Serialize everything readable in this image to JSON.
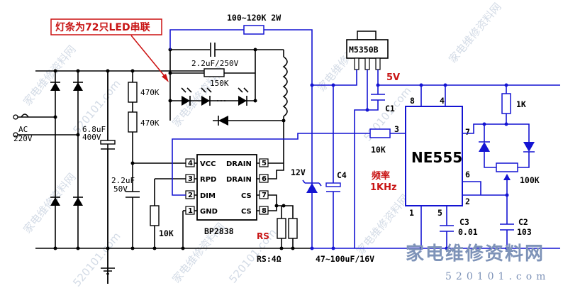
{
  "annotation": {
    "text": "灯条为72只LED串联",
    "color": "#cc1111"
  },
  "input": {
    "line1": "AC",
    "line2": "220V"
  },
  "resistors": {
    "r_bleed_top": "100~120K 2W",
    "r_parallel": "150K",
    "r_470k_a": "470K",
    "r_470k_b": "470K",
    "r_10k_left": "10K",
    "r_10k_mid": "10K",
    "r_1k": "1K",
    "pot": "100K",
    "rs_label": "RS",
    "rs_value": "RS:4Ω"
  },
  "capacitors": {
    "c_main": "6.8uF",
    "c_main_v": "400V",
    "c_led": "2.2uF/250V",
    "c_vcc": "2.2uF",
    "c_vcc_v": "50V",
    "c4": "C4",
    "c4_value": "47~100uF/16V",
    "c1": "C1",
    "c2": "C2",
    "c2_value": "103",
    "c3": "C3",
    "c3_value": "0.01"
  },
  "zener": "12V",
  "regulator": "M5350B",
  "supply_5v": "5V",
  "bp2838": {
    "name": "BP2838",
    "pins": [
      {
        "num": "4",
        "name": "VCC"
      },
      {
        "num": "3",
        "name": "RPD"
      },
      {
        "num": "2",
        "name": "DIM"
      },
      {
        "num": "1",
        "name": "GND"
      },
      {
        "num": "5",
        "name": "DRAIN"
      },
      {
        "num": "6",
        "name": "DRAIN"
      },
      {
        "num": "7",
        "name": "CS"
      },
      {
        "num": "8",
        "name": "CS"
      }
    ]
  },
  "ne555": {
    "name": "NE555",
    "pins": {
      "p8": "8",
      "p4": "4",
      "p3": "3",
      "p7": "7",
      "p6": "6",
      "p2": "2",
      "p1": "1",
      "p5": "5"
    }
  },
  "freq": {
    "line1": "频率",
    "line2": "1KHz"
  },
  "watermark": {
    "site_cn": "家电维修资料网",
    "site_url": "520101.com"
  },
  "colors": {
    "blue_wire": "#1414d2",
    "black_wire": "#000000",
    "red_text": "#c81414"
  }
}
